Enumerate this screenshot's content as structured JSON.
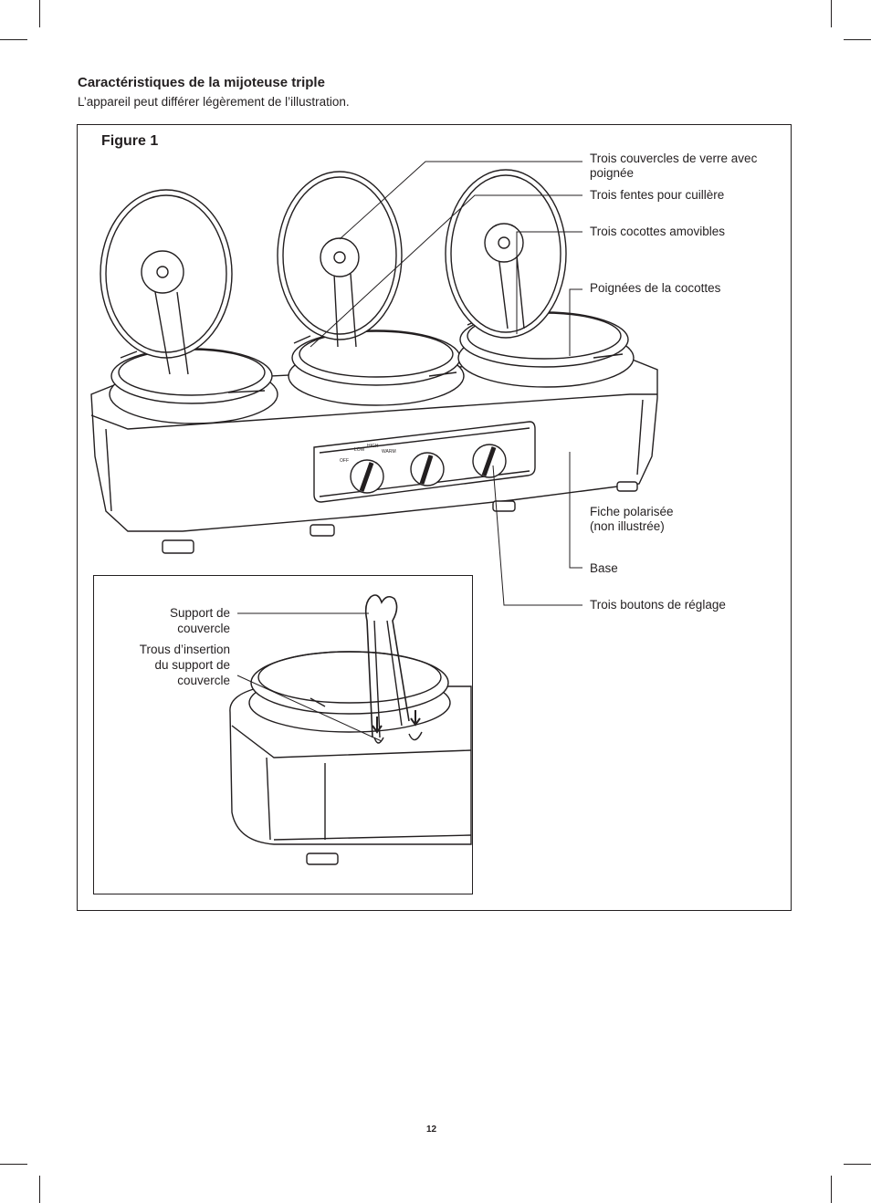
{
  "section": {
    "title": "Caractéristiques de la mijoteuse triple",
    "subtitle": "L’appareil peut différer légèrement de l’illustration."
  },
  "figure": {
    "label": "Figure 1",
    "callouts": {
      "lids_line1": "Trois couvercles de verre avec",
      "lids_line2": "poignée",
      "spoon_slots": "Trois fentes pour cuillère",
      "crocks": "Trois cocottes amovibles",
      "crock_handles": "Poignées de la cocottes",
      "plug_line1": "Fiche polarisée",
      "plug_line2": "(non illustrée)",
      "base": "Base",
      "knobs": "Trois boutons de réglage"
    },
    "knob_labels": [
      "OFF",
      "LOW",
      "HIGH",
      "WARM"
    ],
    "inset": {
      "lid_rest_line1": "Support de",
      "lid_rest_line2": "couvercle",
      "holes_line1": "Trous d’insertion",
      "holes_line2": "du support de",
      "holes_line3": "couvercle"
    }
  },
  "page_number": "12"
}
